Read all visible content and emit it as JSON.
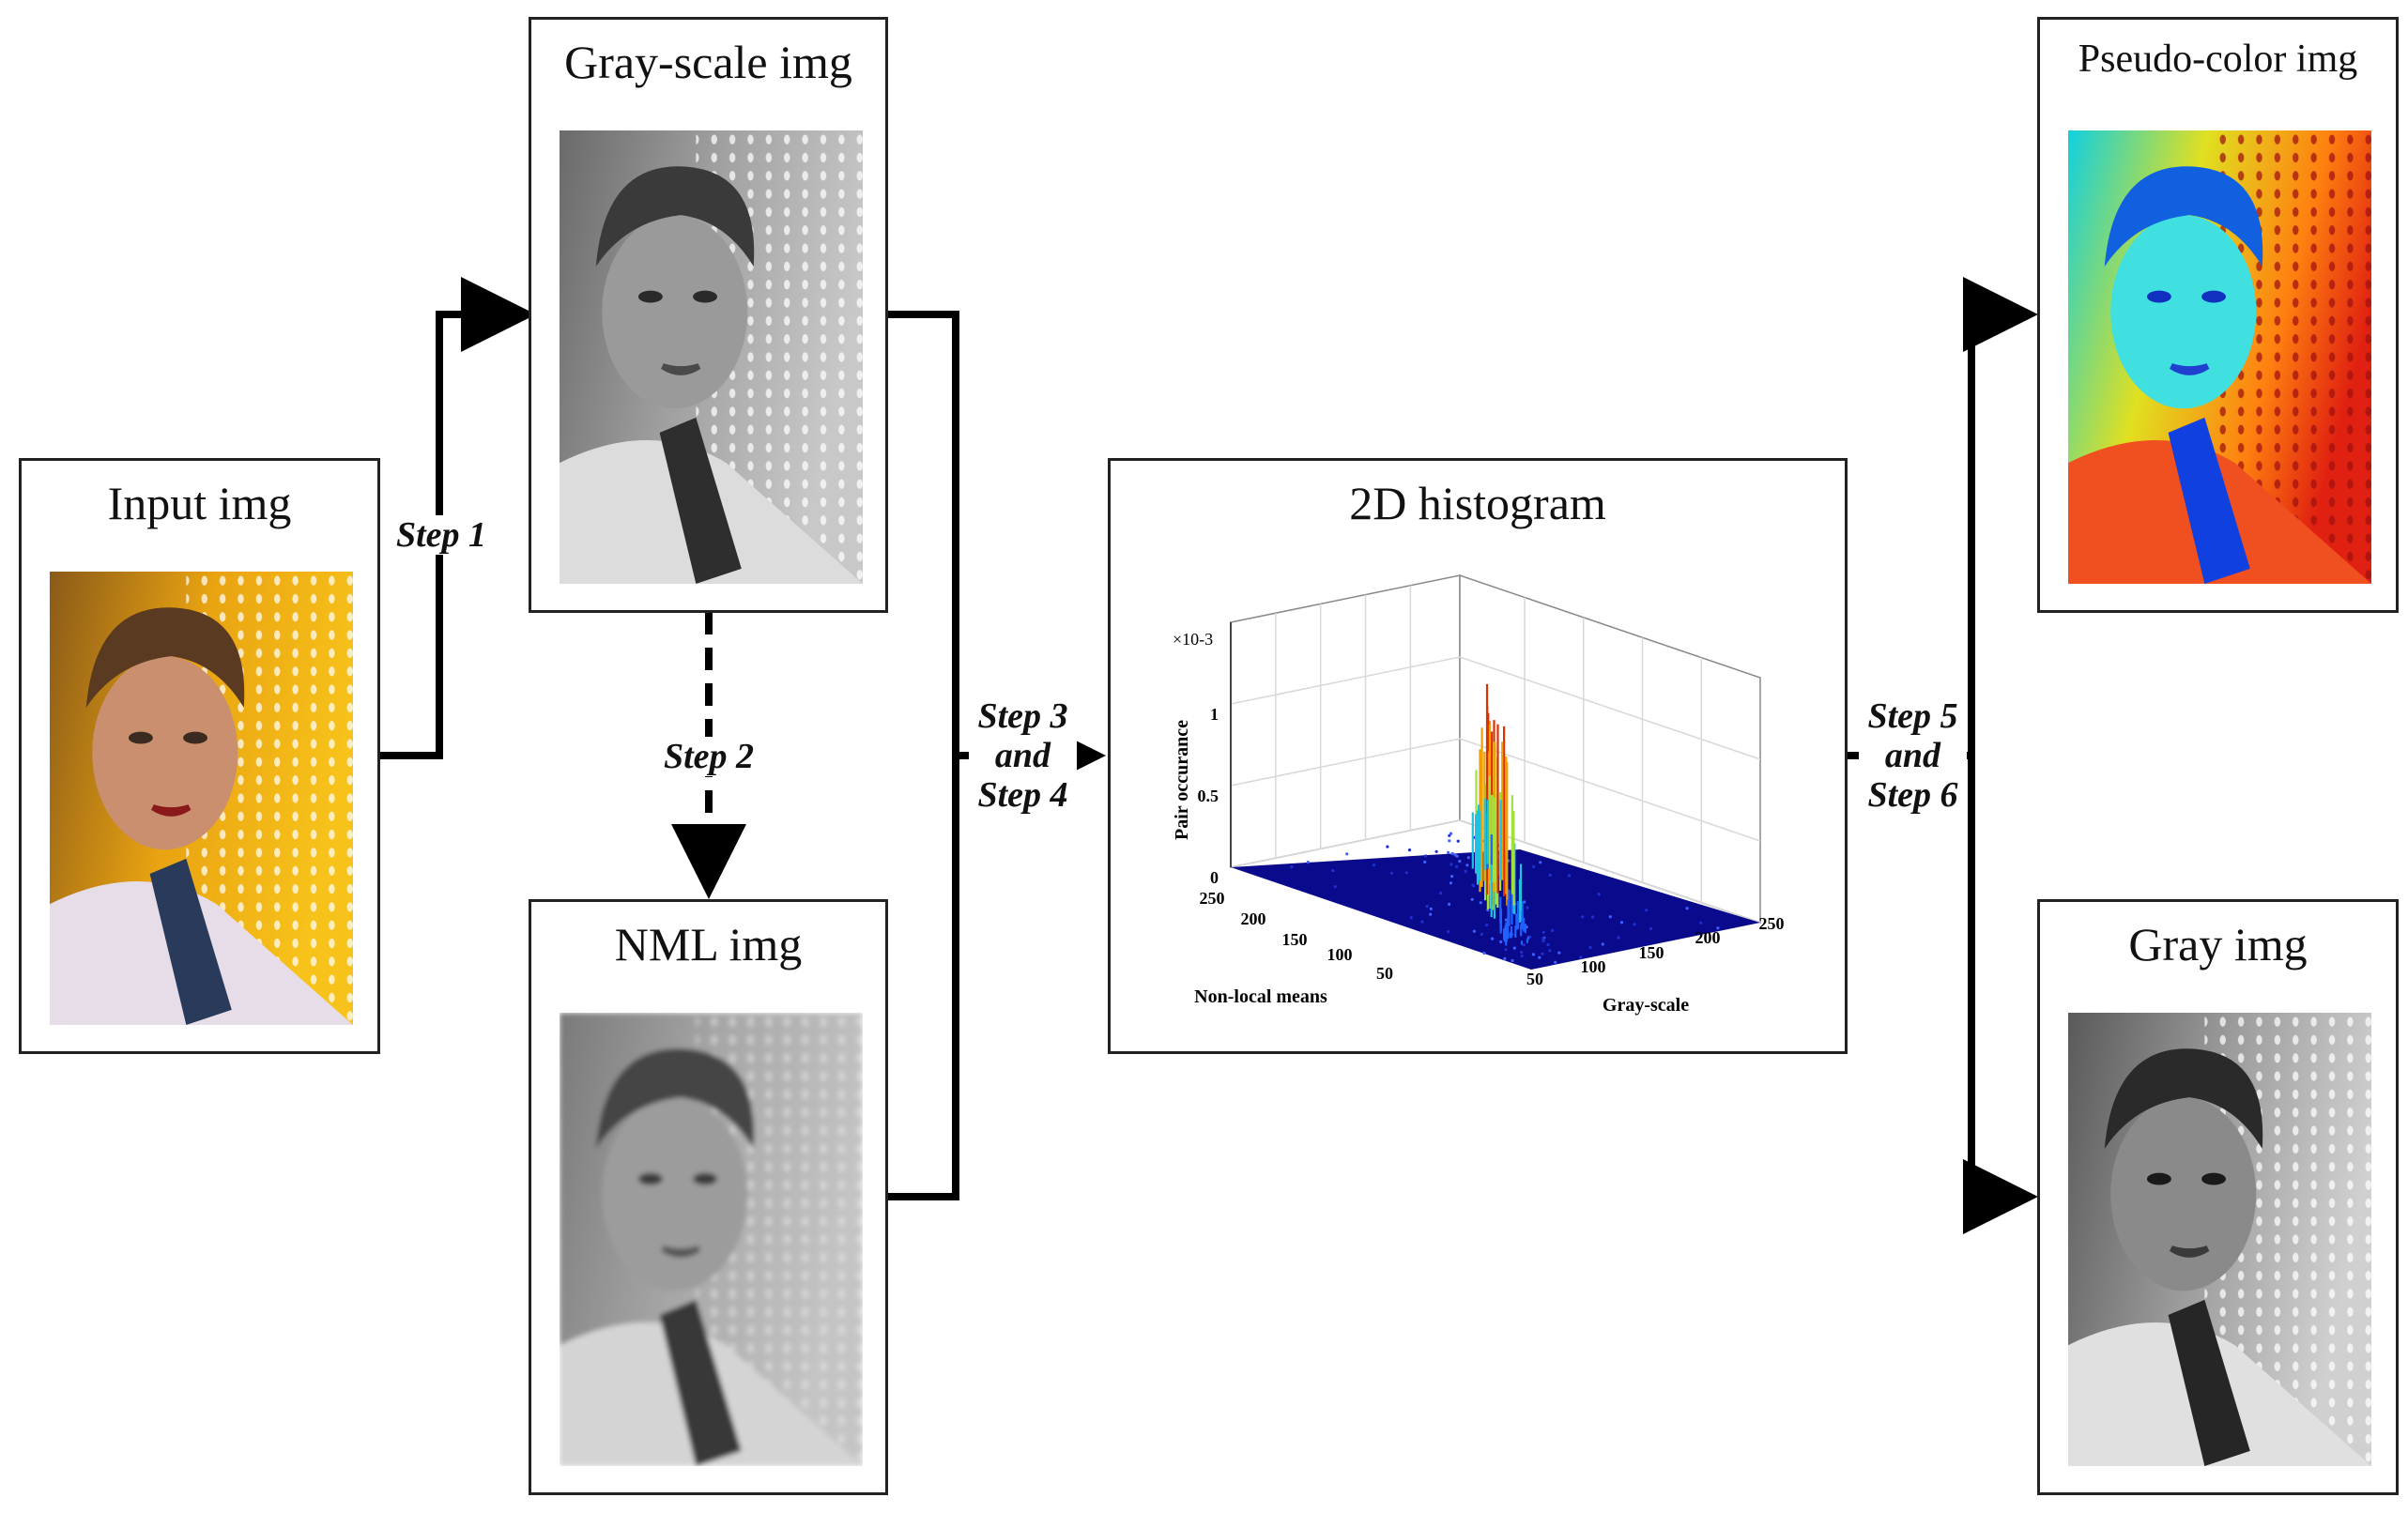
{
  "panels": {
    "input": {
      "title": "Input img"
    },
    "grayscale": {
      "title": "Gray-scale img"
    },
    "nml": {
      "title": "NML img"
    },
    "histogram": {
      "title": "2D histogram"
    },
    "pseudo": {
      "title": "Pseudo-color img"
    },
    "gray": {
      "title": "Gray img"
    }
  },
  "steps": {
    "step1": "Step 1",
    "step2": "Step 2",
    "step34": [
      "Step 3",
      "and",
      "Step 4"
    ],
    "step56": [
      "Step 5",
      "and",
      "Step 6"
    ]
  },
  "chart_data": {
    "type": "surface3d",
    "title": "",
    "zlabel": "Pair occurance",
    "zexponent": "×10-3",
    "xlabel": "Non-local means",
    "ylabel": "Gray-scale",
    "zticks": [
      0,
      0.5,
      1
    ],
    "xticks": [
      250,
      200,
      150,
      100,
      50
    ],
    "yticks": [
      50,
      100,
      150,
      200,
      250
    ],
    "zlim": [
      0,
      1.5
    ],
    "xlim": [
      0,
      255
    ],
    "ylim": [
      0,
      255
    ],
    "peak": {
      "nonlocal_mean": 130,
      "gray_scale": 130,
      "max_value": 1.3
    },
    "colormap": "jet"
  },
  "colors": {
    "border": "#222222",
    "surface_base": "#0a0a8c",
    "arrow": "#000000"
  }
}
